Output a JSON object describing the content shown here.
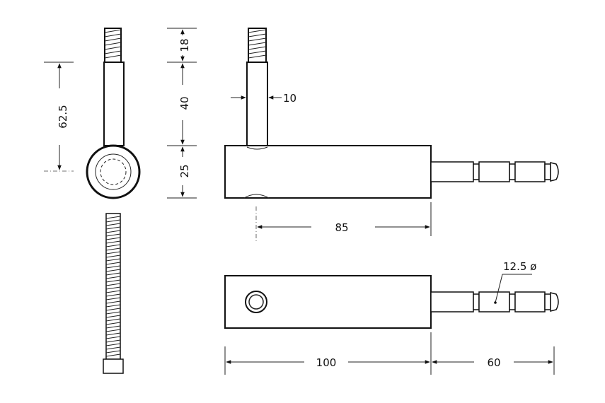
{
  "dimensions": {
    "d_62_5": "62.5",
    "d_18": "18",
    "d_40": "40",
    "d_25": "25",
    "d_10": "10",
    "d_85": "85",
    "d_12_5": "12.5 ø",
    "d_100": "100",
    "d_60": "60"
  },
  "colors": {
    "line": "#111111",
    "background": "#ffffff"
  }
}
